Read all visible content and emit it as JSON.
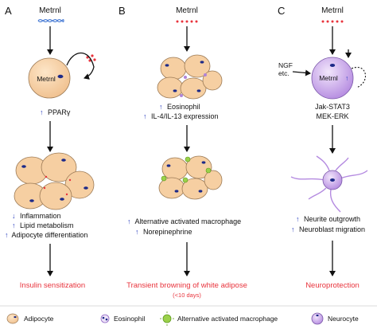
{
  "panels": {
    "a": {
      "letter": "A",
      "gene": "Metrnl",
      "cell_label": "Metrnl",
      "effect": "PPARγ",
      "outcomes": [
        "Inflammation",
        "Lipid metabolism",
        "Adipocyte differentiation"
      ],
      "result": "Insulin sensitization"
    },
    "b": {
      "letter": "B",
      "gene": "Metrnl",
      "effects": [
        "Eosinophil",
        "IL-4/IL-13 expression"
      ],
      "outcomes": [
        "Alternative activated macrophage",
        "Norepinephrine"
      ],
      "result": "Transient browning of white adipose",
      "result_note": "(<10 days)"
    },
    "c": {
      "letter": "C",
      "gene": "Metrnl",
      "inducer": [
        "NGF",
        "etc."
      ],
      "cell_label": "Metrnl",
      "pathways": [
        "Jak-STAT3",
        "MEK-ERK"
      ],
      "outcomes": [
        "Neurite outgrowth",
        "Neuroblast migration"
      ],
      "result": "Neuroprotection"
    }
  },
  "symbols": {
    "up": "↑",
    "down": "↓"
  },
  "legend": [
    "Adipocyte",
    "Eosinophil",
    "Alternative activated macrophage",
    "Neurocyte"
  ],
  "colors": {
    "outcome_red": "#e8333c",
    "arrow_blue": "#2b3fbf",
    "adipocyte": "#f6cfa2",
    "nucleus": "#1d2a88",
    "eosinophil": "#b084d8",
    "macrophage": "#9bd14a",
    "neurocyte": "#c9a6ea"
  }
}
